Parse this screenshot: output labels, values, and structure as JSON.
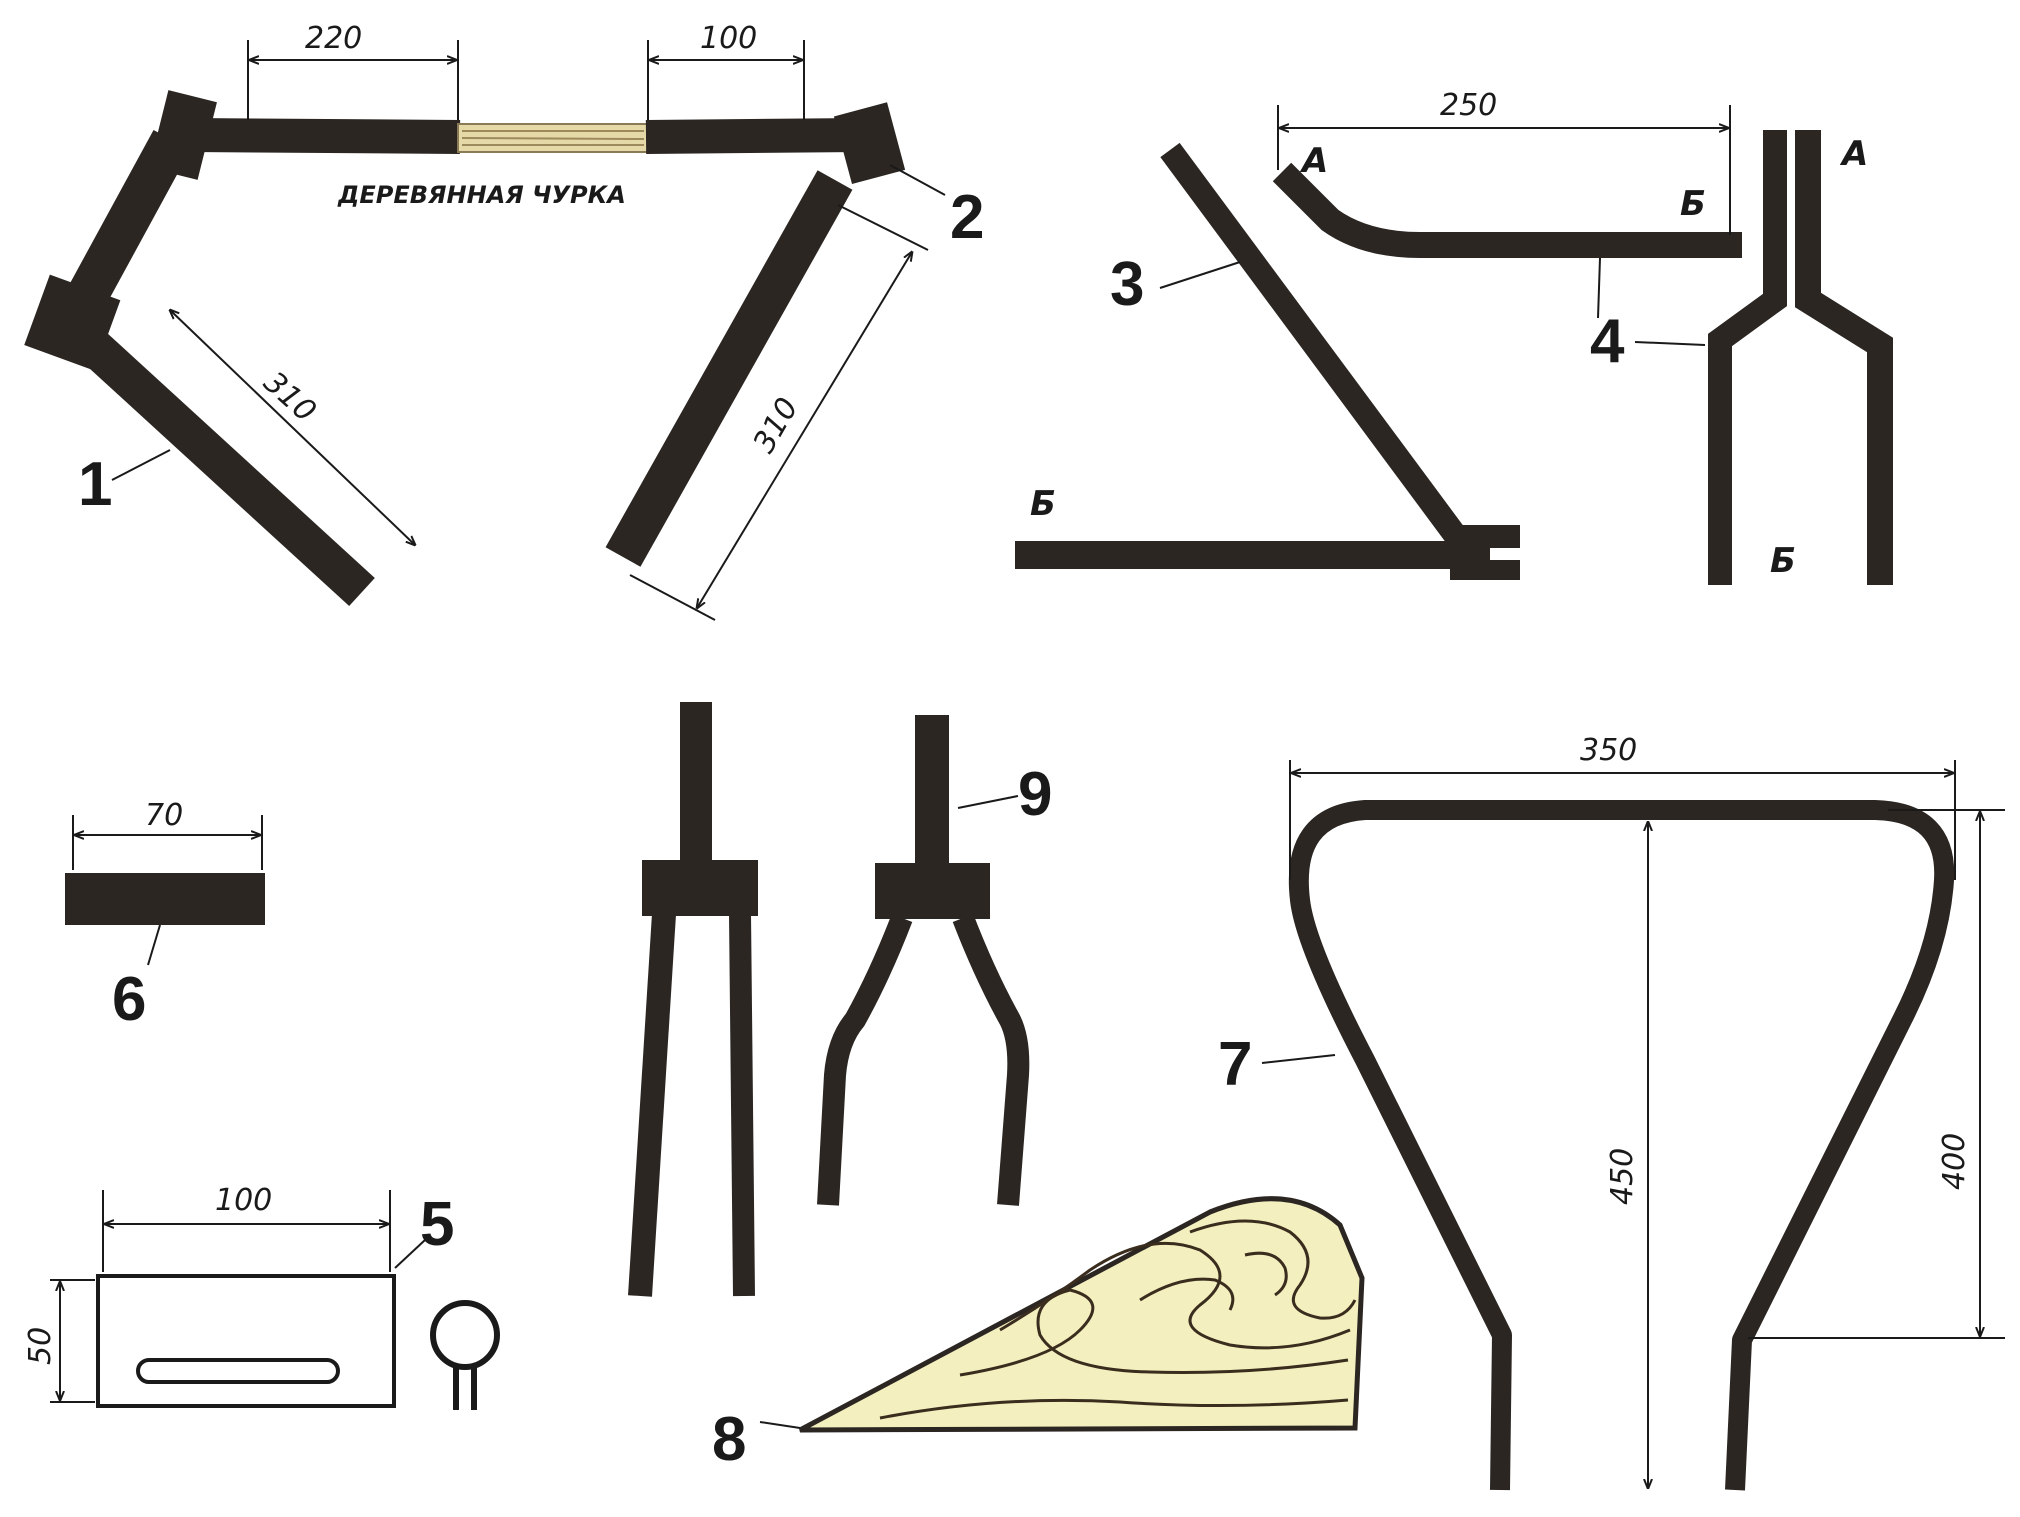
{
  "colors": {
    "tube": "#2b2622",
    "wood_light": "#f3efbf",
    "wood_grain": "#3a2d1e",
    "dimension": "#1a1a1a"
  },
  "parts": {
    "p1": {
      "number": "1",
      "dim_length": "310"
    },
    "p2": {
      "number": "2",
      "dim_top_left": "220",
      "dim_top_right": "100",
      "dim_length": "310",
      "wood_label": "ДЕРЕВЯННАЯ ЧУРКА"
    },
    "p3": {
      "number": "3",
      "letter_b": "Б"
    },
    "p4": {
      "number": "4",
      "dim_length": "250",
      "letter_a1": "А",
      "letter_b1": "Б",
      "letter_a2": "А",
      "letter_b2": "Б"
    },
    "p5": {
      "number": "5",
      "dim_width": "100",
      "dim_height": "50"
    },
    "p6": {
      "number": "6",
      "dim_width": "70"
    },
    "p7": {
      "number": "7",
      "dim_width": "350",
      "dim_height_inner": "450",
      "dim_height_right": "400"
    },
    "p8": {
      "number": "8"
    },
    "p9": {
      "number": "9"
    }
  }
}
